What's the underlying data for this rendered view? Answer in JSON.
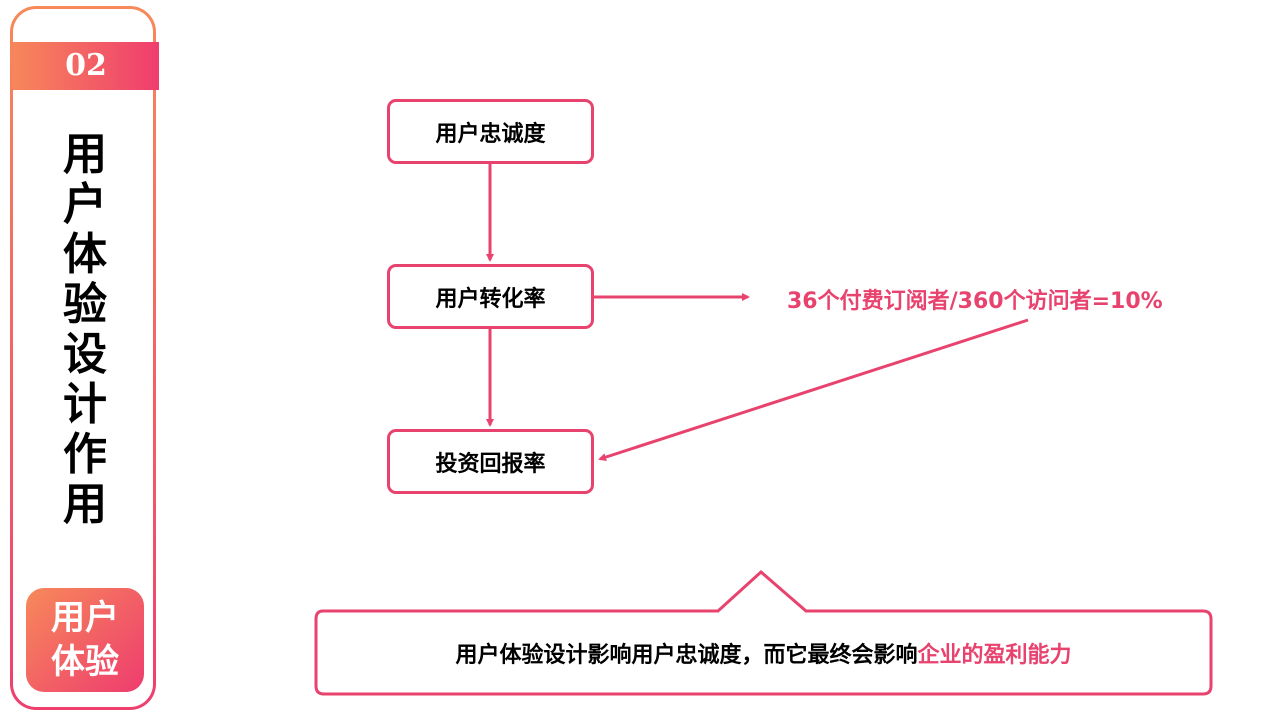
{
  "sidebar": {
    "section_number": "02",
    "title_chars": [
      "用",
      "户",
      "体",
      "验",
      "设",
      "计",
      "作",
      "用"
    ],
    "badge_line1": "用户",
    "badge_line2": "体验"
  },
  "flow": {
    "box1": "用户忠诚度",
    "box2": "用户转化率",
    "box3": "投资回报率",
    "formula": "36个付费订阅者/360个访问者=10%"
  },
  "callout": {
    "text": "用户体验设计影响用户忠诚度，而它最终会影响",
    "highlight": "企业的盈利能力"
  },
  "colors": {
    "accent": "#e8436e",
    "gradient_start": "#f7875a",
    "gradient_end": "#ef3d6e"
  }
}
